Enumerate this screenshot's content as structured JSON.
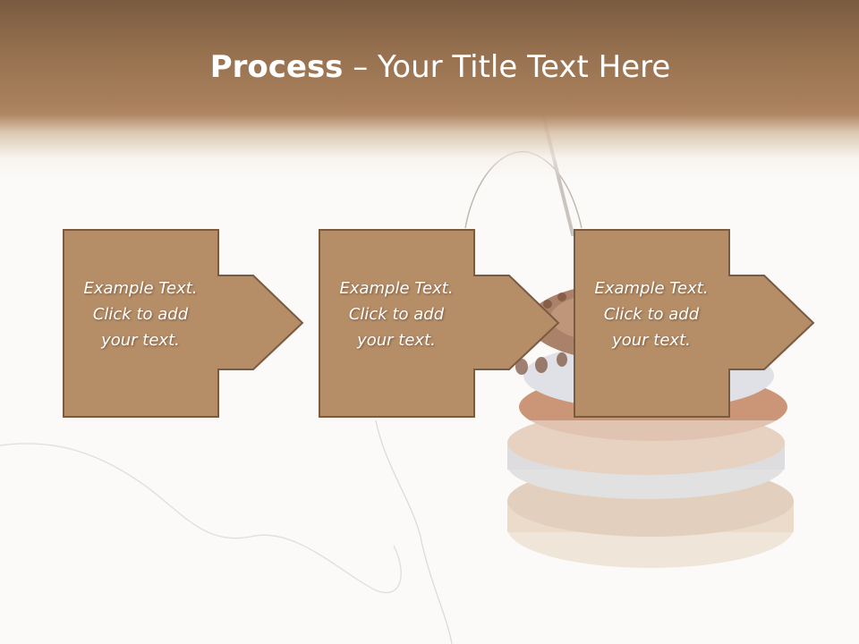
{
  "slide": {
    "title_bold": "Process",
    "title_rest": " – Your Title Text Here"
  },
  "steps": [
    {
      "line1": "Example Text.",
      "line2": "Click  to add",
      "line3": "your text."
    },
    {
      "line1": "Example Text.",
      "line2": "Click  to add",
      "line3": "your text."
    },
    {
      "line1": "Example Text.",
      "line2": "Click  to add",
      "line3": "your text."
    }
  ],
  "colors": {
    "step_fill": "#b58d67",
    "step_border": "#7a5a40",
    "title_band": "#a77e5a"
  }
}
